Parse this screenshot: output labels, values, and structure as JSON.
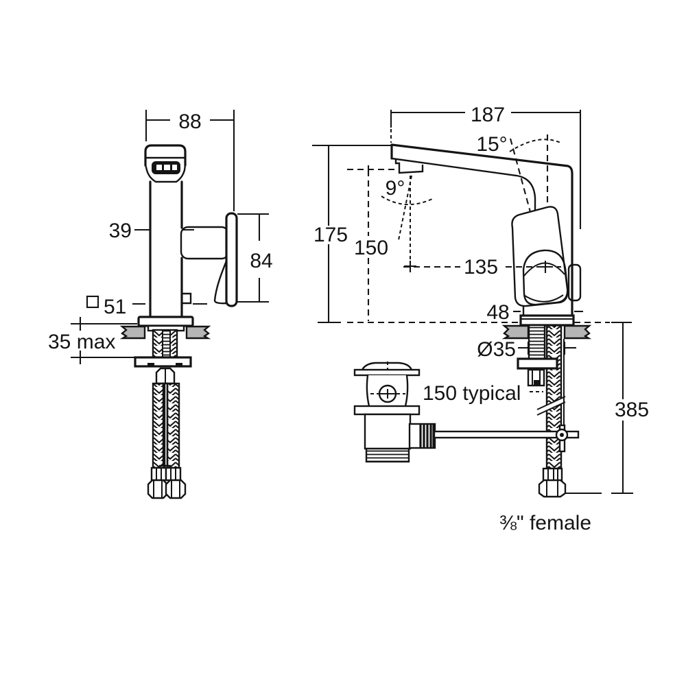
{
  "colors": {
    "line": "#141414",
    "counter_fill": "#b5b5b5",
    "background": "#ffffff"
  },
  "front_view": {
    "spout_width": "88",
    "body_width": "39",
    "handle_height": "84",
    "base_square": {
      "symbol": "□",
      "value": "51"
    },
    "deck_max": "35 max"
  },
  "side_view": {
    "overall_depth": "187",
    "handle_tilt": "15°",
    "spray_angle": "9°",
    "spout_height": "175",
    "outlet_height": "150",
    "pivot_offset": "135",
    "base_depth": "48",
    "hole_diameter": "Ø35",
    "rod_length": "150 typical",
    "hose_length": "385",
    "hose_connection": "⅜\" female"
  }
}
